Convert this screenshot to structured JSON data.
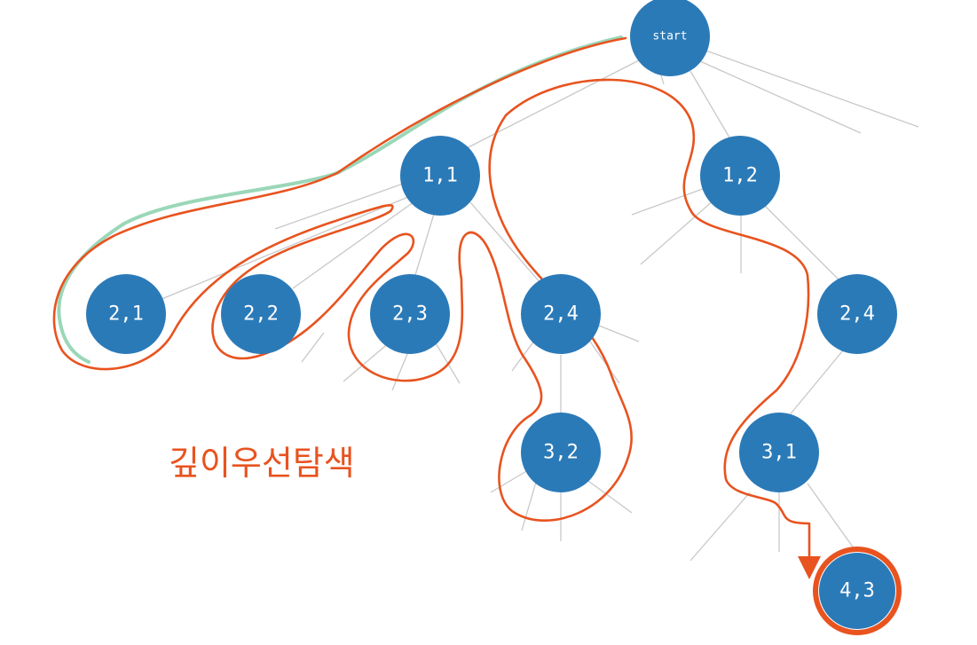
{
  "diagram": {
    "caption": "깊이우선탐색",
    "colors": {
      "node_fill": "#2b7ab8",
      "trace": "#e8531f",
      "initial_trace": "#8fd3b0",
      "edge": "#c8c8c8"
    },
    "nodes": [
      {
        "id": "start",
        "label": "start"
      },
      {
        "id": "n11",
        "label": "1,1"
      },
      {
        "id": "n12",
        "label": "1,2"
      },
      {
        "id": "n21",
        "label": "2,1"
      },
      {
        "id": "n22",
        "label": "2,2"
      },
      {
        "id": "n23",
        "label": "2,3"
      },
      {
        "id": "n24a",
        "label": "2,4"
      },
      {
        "id": "n24b",
        "label": "2,4"
      },
      {
        "id": "n32",
        "label": "3,2"
      },
      {
        "id": "n31",
        "label": "3,1"
      },
      {
        "id": "n43",
        "label": "4,3",
        "highlighted": true
      }
    ],
    "edges": [
      [
        "start",
        "n11"
      ],
      [
        "start",
        "n12"
      ],
      [
        "n11",
        "n21"
      ],
      [
        "n11",
        "n22"
      ],
      [
        "n11",
        "n23"
      ],
      [
        "n11",
        "n24a"
      ],
      [
        "n12",
        "n24b"
      ],
      [
        "n24a",
        "n32"
      ],
      [
        "n24b",
        "n31"
      ],
      [
        "n31",
        "n43"
      ]
    ]
  }
}
